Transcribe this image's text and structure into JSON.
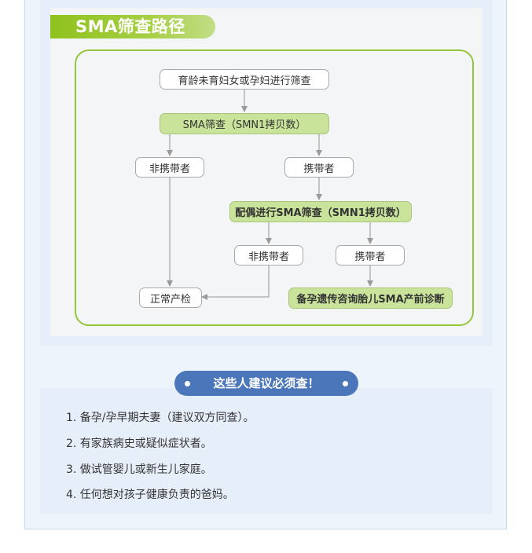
{
  "title": "SMA筛查路径",
  "flow": {
    "start": "育龄未育妇女或孕妇进行筛查",
    "screen1": "SMA筛查（SMN1拷贝数）",
    "noncarrier1": "非携带者",
    "carrier1": "携带者",
    "screen2": "配偶进行SMA筛查（SMN1拷贝数）",
    "noncarrier2": "非携带者",
    "carrier2": "携带者",
    "normal": "正常产检",
    "diagnosis": "备孕遗传咨询胎儿SMA产前诊断"
  },
  "recommend": {
    "badge": "这些人建议必须查！",
    "items": [
      "1. 备孕/孕早期夫妻（建议双方同查）。",
      "2. 有家族病史或疑似症状者。",
      "3. 做试管婴儿或新生儿家庭。",
      "4. 任何想对孩子健康负责的爸妈。"
    ]
  },
  "colors": {
    "accent_green": "#8fc21e",
    "node_green": "#c9e39a",
    "badge_blue": "#4b77ba",
    "panel_blue": "#e5eef9"
  }
}
